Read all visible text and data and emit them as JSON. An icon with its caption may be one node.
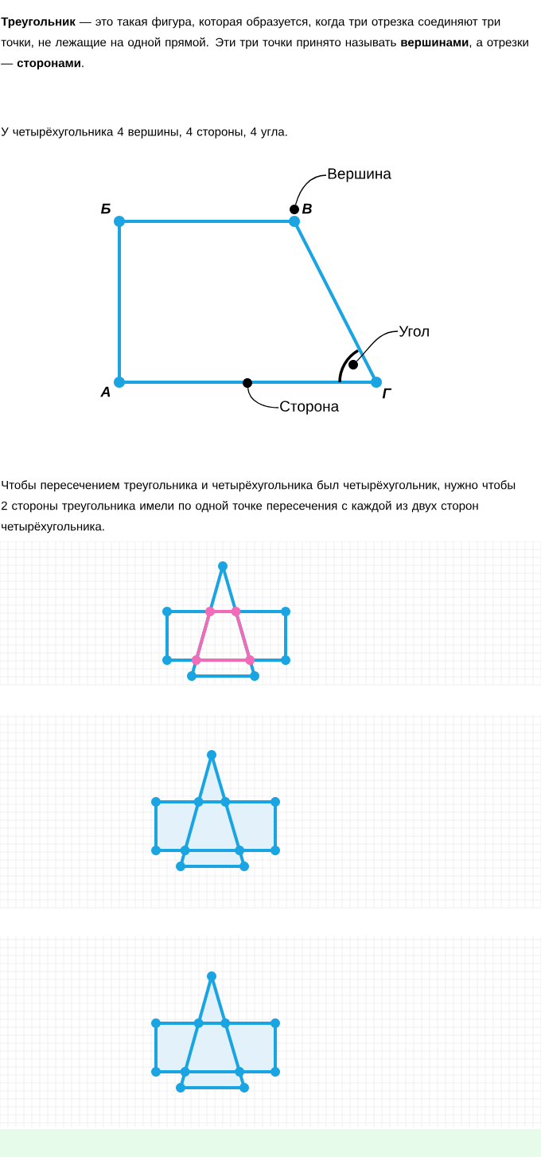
{
  "diagram": {
    "nodes": [
      {
        "text": [
          "Вершина"
        ]
      },
      {
        "text": [],
        "shape": "circle"
      },
      {
        "text": [
          "Угол"
        ]
      },
      {
        "text": [],
        "shape": "circle"
      },
      {
        "text": [
          "Сторона"
        ]
      },
      {
        "text": [],
        "shape": "circle"
      }
    ],
    "edges": [
      {
        "from": 0,
        "to": 1,
        "arrow": "none"
      },
      {
        "from": 2,
        "to": 3,
        "arrow": "none"
      },
      {
        "from": 4,
        "to": 5,
        "arrow": "none"
      }
    ],
    "labels": [
      "**Треугольник** — это такая фигура, которая образуется, когда три отрезка соединяют три точки, не лежащие на одной прямой. Эти три точки принято называть **вершинами**, а отрезки — **сторонами**.",
      "У четырёхугольника 4 вершины, 4 стороны, 4 угла.",
      "Б",
      "В",
      "А",
      "Г",
      "Чтобы пересечением треугольника и четырёхугольника был четырёхугольник, нужно чтобы 2 стороны треугольника имели по одной точке пересечения с каждой из двух сторон четырёхугольника."
    ]
  }
}
